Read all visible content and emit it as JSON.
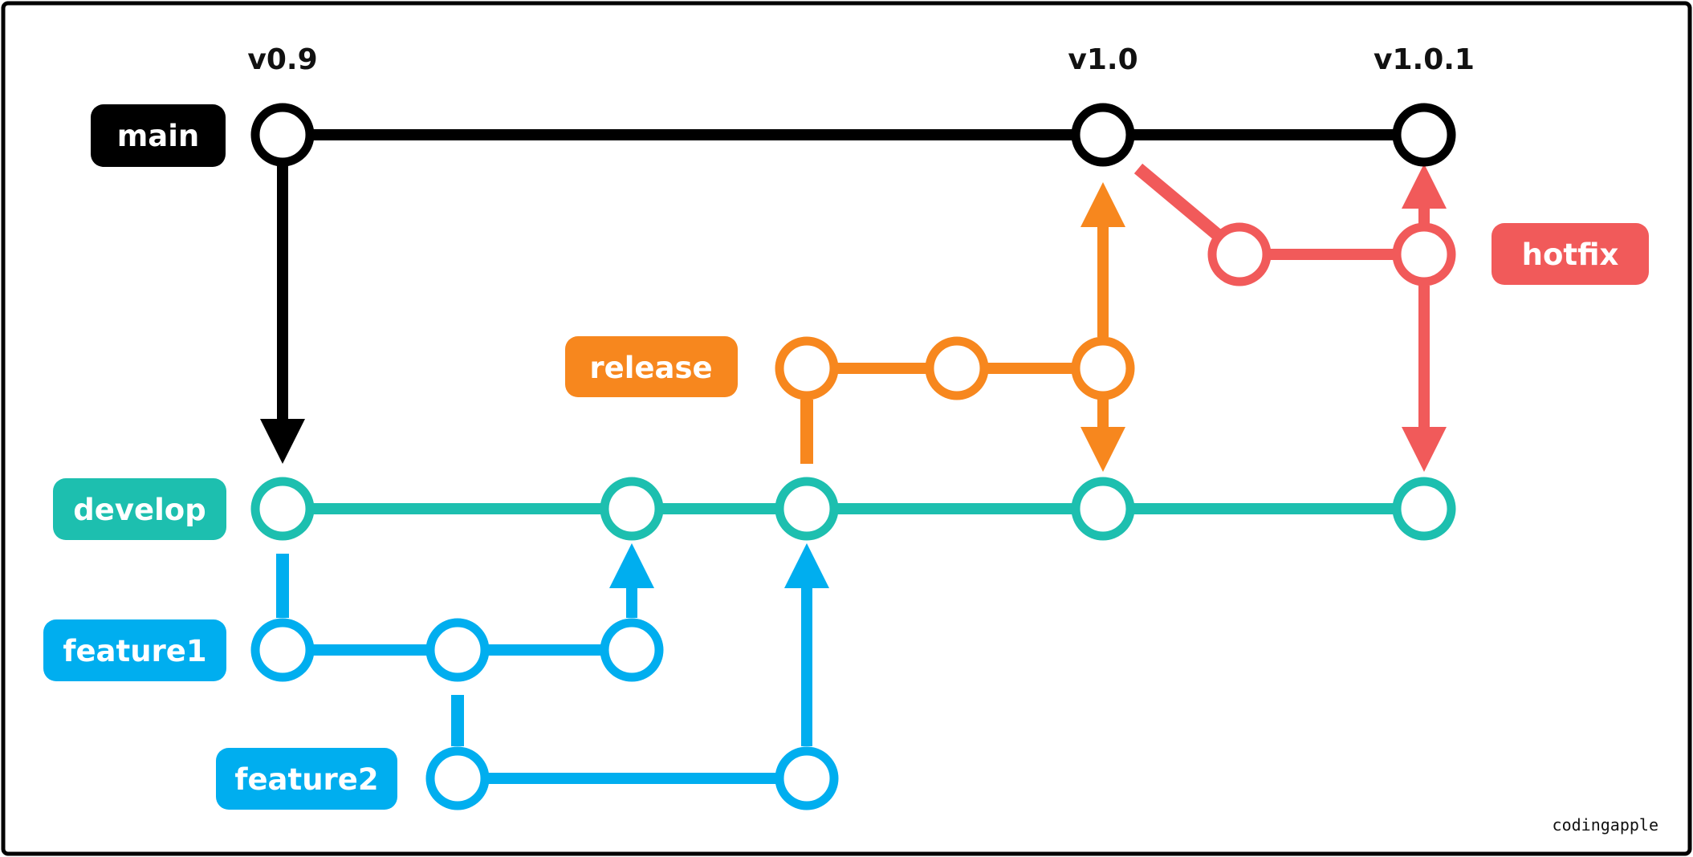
{
  "colors": {
    "main": "#000000",
    "develop": "#1dbfaf",
    "feature": "#00aeef",
    "release": "#f7871e",
    "hotfix": "#f15a5a",
    "node_fill": "#ffffff",
    "label_text": "#ffffff"
  },
  "versions": {
    "v09": "v0.9",
    "v10": "v1.0",
    "v101": "v1.0.1"
  },
  "branches": {
    "main": "main",
    "develop": "develop",
    "feature1": "feature1",
    "feature2": "feature2",
    "release": "release",
    "hotfix": "hotfix"
  },
  "watermark": "codingapple"
}
